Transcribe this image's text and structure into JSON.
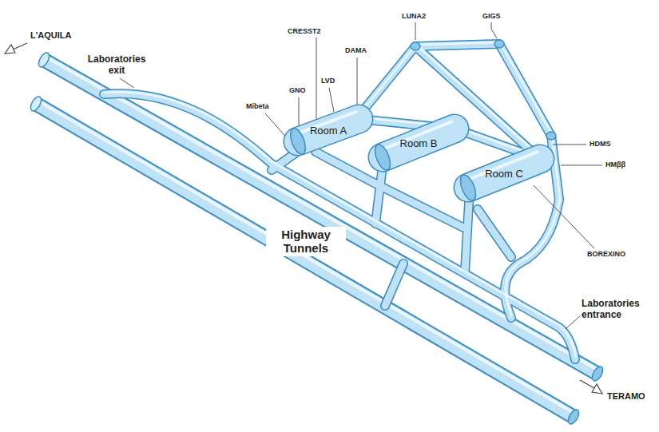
{
  "diagram": {
    "nodes": [
      {
        "text": [
          "Room A"
        ]
      },
      {
        "text": [
          "Room B"
        ]
      },
      {
        "text": [
          "Room C"
        ]
      }
    ],
    "labels": [
      "Laboratories exit",
      "L'AQUILA",
      "CRESST2",
      "DAMA",
      "LVD",
      "GNO",
      "Mibeta",
      "LUNA2",
      "GIGS",
      "HDMS",
      "HMββ",
      "BOREXINO",
      "Highway Tunnels",
      "Laboratories entrance",
      "TERAMO"
    ]
  }
}
